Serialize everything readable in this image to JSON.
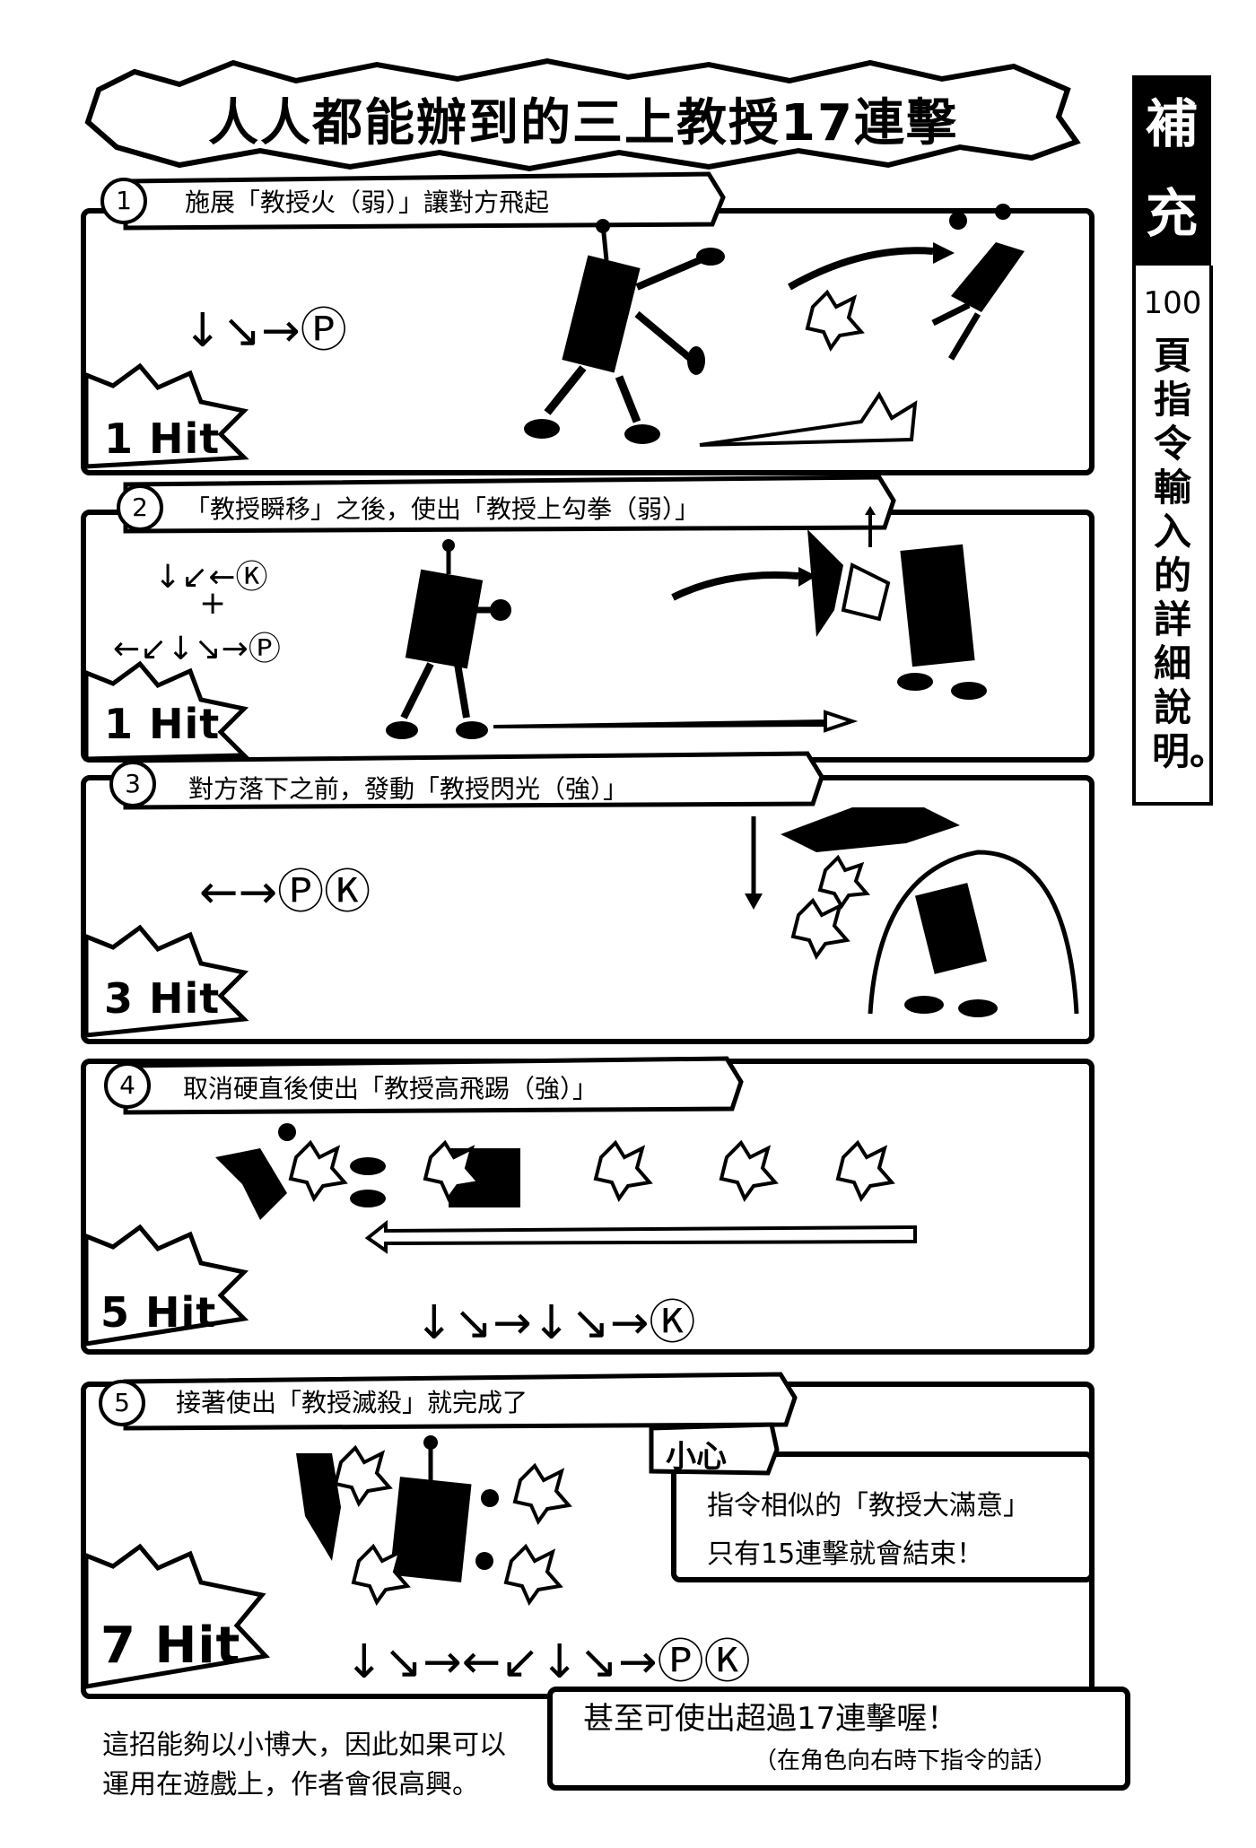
{
  "title": "人人都能辦到的三上教授17連擊",
  "sidebar": {
    "heading": "補充",
    "page_number": "100",
    "text": "頁指令輸入的詳細說明。"
  },
  "panels": [
    {
      "number": "1",
      "caption": "施展「教授火（弱）」讓對方飛起",
      "hit": "1 Hit",
      "command": "↓↘→Ⓟ"
    },
    {
      "number": "2",
      "caption": "「教授瞬移」之後，使出「教授上勾拳（弱）」",
      "hit": "1 Hit",
      "command_lines": [
        "↓↙←Ⓚ",
        "+",
        "←↙↓↘→Ⓟ"
      ]
    },
    {
      "number": "3",
      "caption": "對方落下之前，發動「教授閃光（強）」",
      "hit": "3 Hit",
      "command": "←→ⓅⓀ"
    },
    {
      "number": "4",
      "caption": "取消硬直後使出「教授高飛踢（強）」",
      "hit": "5 Hit",
      "command": "↓↘→↓↘→Ⓚ"
    },
    {
      "number": "5",
      "caption": "接著使出「教授滅殺」就完成了",
      "hit": "7 Hit",
      "command": "↓↘→←↙↓↘→ⓅⓀ"
    }
  ],
  "warning": {
    "label": "小心",
    "line1": "指令相似的「教授大滿意」",
    "line2": "只有15連擊就會結束！"
  },
  "footer": {
    "left_line1": "這招能夠以小博大，因此如果可以",
    "left_line2": "運用在遊戲上，作者會很高興。",
    "box_line1": "甚至可使出超過17連擊喔！",
    "box_line2": "（在角色向右時下指令的話）"
  }
}
